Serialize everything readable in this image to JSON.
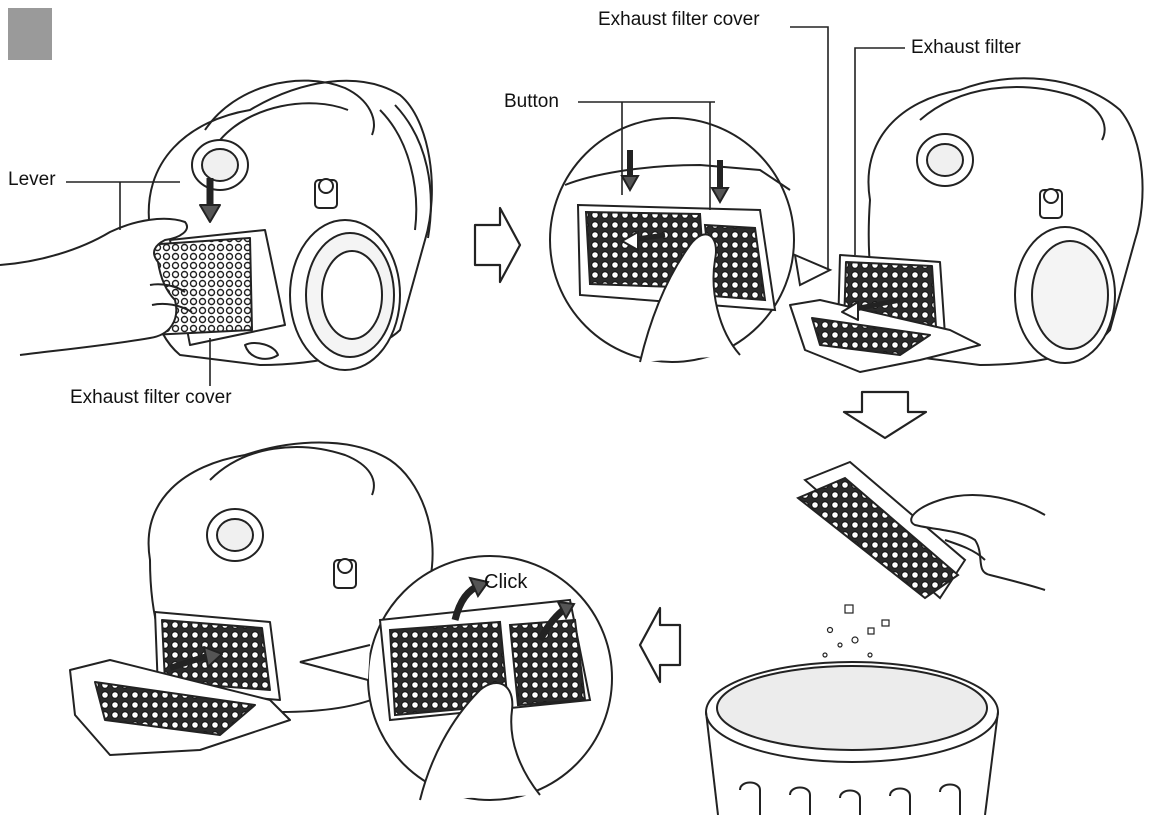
{
  "labels": {
    "lever": "Lever",
    "exhaust_filter_cover_bottom": "Exhaust filter cover",
    "button": "Button",
    "exhaust_filter_cover_top": "Exhaust filter cover",
    "exhaust_filter": "Exhaust filter",
    "click": "Click"
  },
  "colors": {
    "line": "#222222",
    "badge": "#9a9a9a",
    "paper": "#ffffff",
    "light_fill": "#f0f0f0",
    "mesh": "#3a3a3a"
  },
  "icons": {
    "step_arrow": "hollow-arrow-icon"
  }
}
